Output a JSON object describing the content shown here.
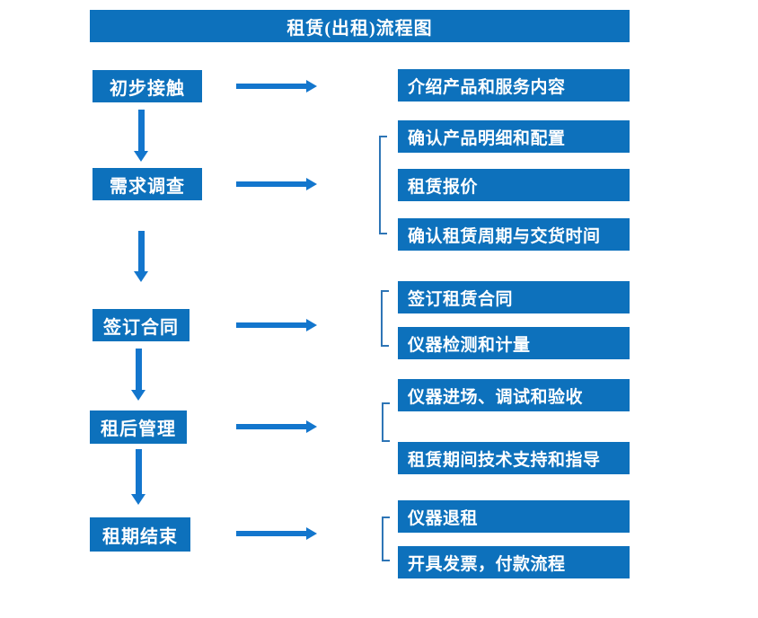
{
  "title": "租赁(出租)流程图",
  "colors": {
    "box": "#0d71bc",
    "arrow": "#1376cd",
    "bracket": "#2e75b6",
    "text-on-blue": "#ffffff"
  },
  "stages": [
    {
      "label": "初步接触",
      "targets": [
        "介绍产品和服务内容"
      ]
    },
    {
      "label": "需求调查",
      "targets": [
        "确认产品明细和配置",
        "租赁报价",
        "确认租赁周期与交货时间"
      ]
    },
    {
      "label": "签订合同",
      "targets": [
        "签订租赁合同",
        "仪器检测和计量"
      ]
    },
    {
      "label": "租后管理",
      "targets": [
        "仪器进场、调试和验收",
        "租赁期间技术支持和指导"
      ]
    },
    {
      "label": "租期结束",
      "targets": [
        "仪器退租",
        "开具发票，付款流程"
      ]
    }
  ]
}
